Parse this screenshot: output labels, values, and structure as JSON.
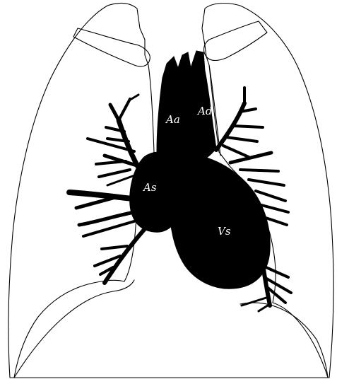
{
  "labels": {
    "aa": "Aa",
    "ad": "Ad",
    "as": "As",
    "vs": "Vs"
  },
  "colors": {
    "ink": "#000000",
    "paper": "#ffffff"
  }
}
